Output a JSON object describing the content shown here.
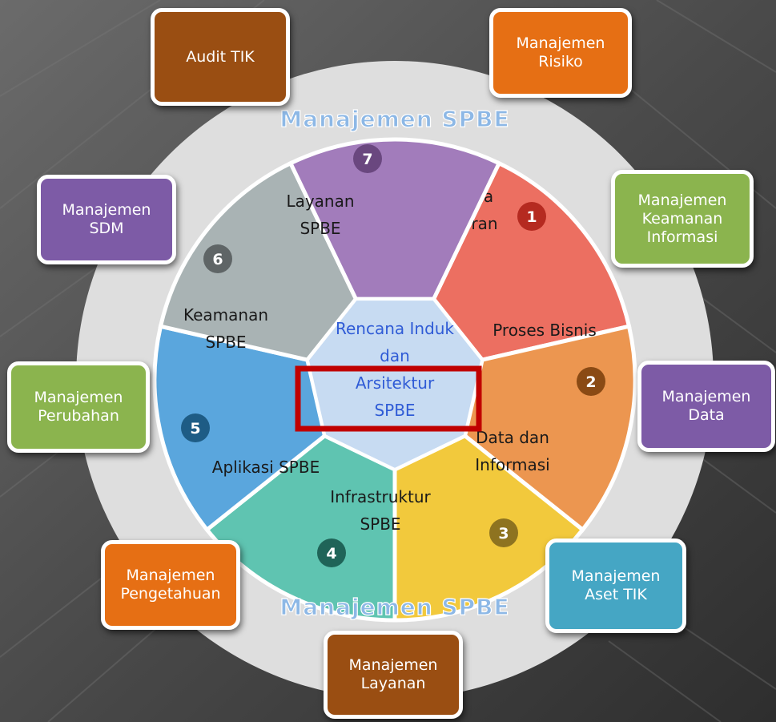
{
  "ring_title_top": "Manajemen SPBE",
  "ring_title_bottom": "Manajemen SPBE",
  "center": {
    "lines": [
      "Rencana Induk",
      "dan",
      "Arsitektur",
      "SPBE"
    ],
    "color": "#c7dbf2"
  },
  "segments": [
    {
      "num": "1",
      "lines": [
        "Rencana",
        "Anggaran"
      ],
      "color": "#ec6f61",
      "badge_color": "#b52a20"
    },
    {
      "num": "2",
      "lines": [
        "Proses Bisnis"
      ],
      "color": "#ec9650",
      "badge_color": "#8a4a14"
    },
    {
      "num": "3",
      "lines": [
        "Data dan",
        "Informasi"
      ],
      "color": "#f2c93c",
      "badge_color": "#8e7320"
    },
    {
      "num": "4",
      "lines": [
        "Infrastruktur",
        "SPBE"
      ],
      "color": "#5fc4b1",
      "badge_color": "#1f6458"
    },
    {
      "num": "5",
      "lines": [
        "Aplikasi SPBE"
      ],
      "color": "#5aa6dd",
      "badge_color": "#1e5c85"
    },
    {
      "num": "6",
      "lines": [
        "Keamanan",
        "SPBE"
      ],
      "color": "#a9b3b4",
      "badge_color": "#5f6566"
    },
    {
      "num": "7",
      "lines": [
        "Layanan",
        "SPBE"
      ],
      "color": "#a27cbb",
      "badge_color": "#6a477f"
    }
  ],
  "outer_boxes": [
    {
      "id": "audit-tik",
      "label": "Audit TIK",
      "color": "#9a4e12"
    },
    {
      "id": "manajemen-risiko",
      "label": "Manajemen\nRisiko",
      "color": "#e66f14"
    },
    {
      "id": "manajemen-keamanan-informasi",
      "label": "Manajemen\nKeamanan\nInformasi",
      "color": "#8bb44e"
    },
    {
      "id": "manajemen-data",
      "label": "Manajemen\nData",
      "color": "#7d5ba6"
    },
    {
      "id": "manajemen-aset-tik",
      "label": "Manajemen\nAset TIK",
      "color": "#45a6c4"
    },
    {
      "id": "manajemen-layanan",
      "label": "Manajemen\nLayanan",
      "color": "#9a4e12"
    },
    {
      "id": "manajemen-pengetahuan",
      "label": "Manajemen\nPengetahuan",
      "color": "#e66f14"
    },
    {
      "id": "manajemen-perubahan",
      "label": "Manajemen\nPerubahan",
      "color": "#8bb44e"
    },
    {
      "id": "manajemen-sdm",
      "label": "Manajemen\nSDM",
      "color": "#7d5ba6"
    }
  ],
  "highlight_color": "#c00000"
}
